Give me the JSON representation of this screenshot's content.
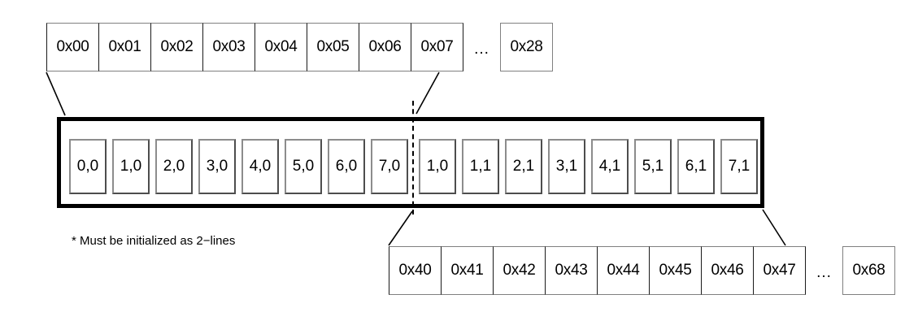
{
  "diagram": {
    "title": "Cache line buffer address mapping diagram",
    "colors": {
      "stroke_dark": "#000000",
      "stroke_mid": "#808080",
      "background": "#ffffff"
    }
  },
  "top_row": {
    "name": "line-0-addresses",
    "cells": [
      "0x00",
      "0x01",
      "0x02",
      "0x03",
      "0x04",
      "0x05",
      "0x06",
      "0x07"
    ],
    "ellipsis": "...",
    "tail_cell": "0x28"
  },
  "line_buffer": {
    "name": "two-line-buffer",
    "cells": [
      "0,0",
      "1,0",
      "2,0",
      "3,0",
      "4,0",
      "5,0",
      "6,0",
      "7,0",
      "1,0",
      "1,1",
      "2,1",
      "3,1",
      "4,1",
      "5,1",
      "6,1",
      "7,1"
    ],
    "split_after_index": 8
  },
  "bottom_row": {
    "name": "line-1-addresses",
    "cells": [
      "0x40",
      "0x41",
      "0x42",
      "0x43",
      "0x44",
      "0x45",
      "0x46",
      "0x47"
    ],
    "ellipsis": "...",
    "tail_cell": "0x68"
  },
  "footnote": {
    "text": "* Must be initialized as 2−lines"
  }
}
